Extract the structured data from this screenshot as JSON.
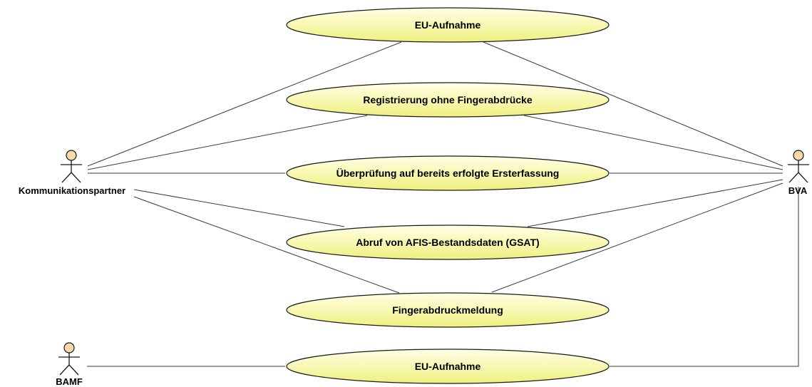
{
  "actors": [
    {
      "id": "kommunikationspartner",
      "label": "Kommunikationspartner"
    },
    {
      "id": "bva",
      "label": "BVA"
    },
    {
      "id": "bamf",
      "label": "BAMF"
    }
  ],
  "use_cases": [
    {
      "id": "uc1",
      "label": "EU-Aufnahme"
    },
    {
      "id": "uc2",
      "label": "Registrierung ohne Fingerabdrücke"
    },
    {
      "id": "uc3",
      "label": "Überprüfung auf bereits erfolgte Ersterfassung"
    },
    {
      "id": "uc4",
      "label": "Abruf von AFIS-Bestandsdaten (GSAT)"
    },
    {
      "id": "uc5",
      "label": "Fingerabdruckmeldung"
    },
    {
      "id": "uc6",
      "label": "EU-Aufnahme"
    }
  ],
  "associations": [
    {
      "from": "kommunikationspartner",
      "to": "uc1"
    },
    {
      "from": "kommunikationspartner",
      "to": "uc2"
    },
    {
      "from": "kommunikationspartner",
      "to": "uc3"
    },
    {
      "from": "kommunikationspartner",
      "to": "uc4"
    },
    {
      "from": "kommunikationspartner",
      "to": "uc5"
    },
    {
      "from": "bva",
      "to": "uc1"
    },
    {
      "from": "bva",
      "to": "uc2"
    },
    {
      "from": "bva",
      "to": "uc3"
    },
    {
      "from": "bva",
      "to": "uc4"
    },
    {
      "from": "bva",
      "to": "uc5"
    },
    {
      "from": "bva",
      "to": "uc6"
    },
    {
      "from": "bamf",
      "to": "uc6"
    }
  ],
  "colors": {
    "use_case_fill_light": "#ffffe6",
    "use_case_fill_dark": "#f0f080",
    "actor_head_fill": "#f5d9a8",
    "line": "#3a3a3a"
  }
}
